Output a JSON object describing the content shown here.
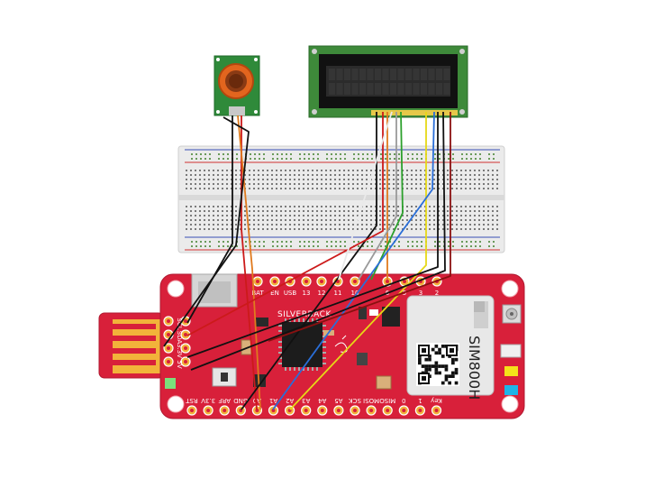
{
  "board": {
    "brand": "SILVERBACK",
    "top_pins": [
      "BAT",
      "EN",
      "USB",
      "13",
      "12",
      "11",
      "10",
      "6",
      "5",
      "3",
      "2"
    ],
    "left_pins": [
      "SCL",
      "SDA",
      "3.3V",
      "5V"
    ],
    "bottom_pins": [
      "RST",
      "3.3V",
      "ARF",
      "GND",
      "A0",
      "A1",
      "A2",
      "A3",
      "A4",
      "A5",
      "SCK",
      "MOSI",
      "MISO",
      "0",
      "1",
      "Key"
    ]
  },
  "gsm_module": {
    "label": "SIM800H"
  },
  "colors": {
    "board_red": "#d8203a",
    "breadboard": "#ebebeb",
    "lcd_pcb": "#3e8a3a",
    "sensor_pcb": "#2f8a3a",
    "sensor_cap": "#e2651e"
  }
}
